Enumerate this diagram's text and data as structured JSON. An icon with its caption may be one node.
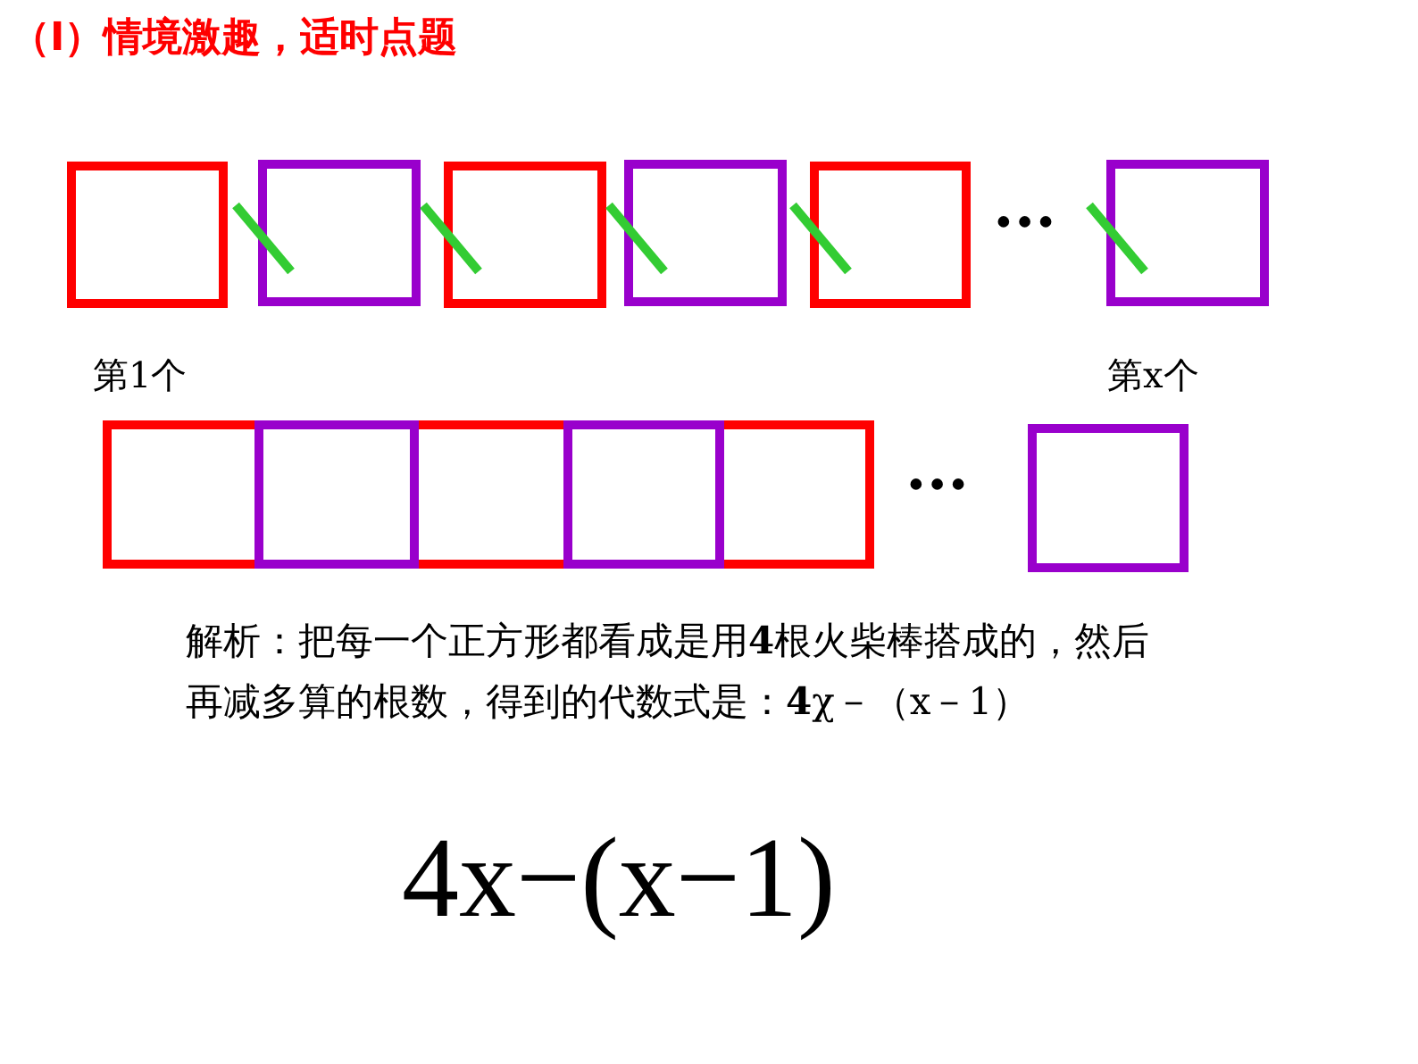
{
  "diagram": {
    "title": "（Ⅰ）情境激趣，适时点题",
    "labels": [
      "···",
      "第1个",
      "第x个",
      "···",
      "解析：把每一个正方形都看成是用**4**根火柴棒搭成的，然后再减多算的根数，得到的代数式是：**4**χ－（x－1）",
      "4x−(x−1)"
    ]
  }
}
